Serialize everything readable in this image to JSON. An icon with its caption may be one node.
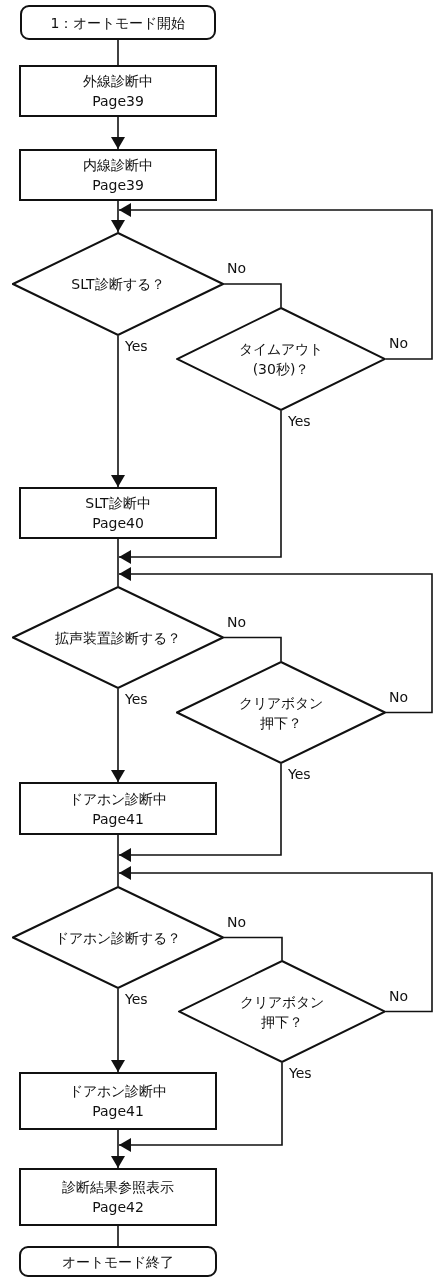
{
  "diagram": {
    "nodes": [
      {
        "text": [
          "1：オートモード開始"
        ]
      },
      {
        "text": [
          "外線診断中",
          "Page39"
        ]
      },
      {
        "text": [
          "内線診断中",
          "Page39"
        ]
      },
      {
        "text": [
          "SLT診断する？"
        ]
      },
      {
        "text": [
          "タイムアウト(30秒)？"
        ]
      },
      {
        "text": [
          "SLT診断中",
          "Page40"
        ]
      },
      {
        "text": [
          "拡声装置診断する？"
        ]
      },
      {
        "text": [
          "クリアボタン押下？"
        ]
      },
      {
        "text": [
          "ドアホン診断中",
          "Page41"
        ]
      },
      {
        "text": [
          "ドアホン診断する？"
        ]
      },
      {
        "text": [
          "クリアボタン押下？"
        ]
      },
      {
        "text": [
          "ドアホン診断中",
          "Page41"
        ]
      },
      {
        "text": [
          "診断結果参照表示",
          "Page42"
        ]
      },
      {
        "text": [
          "オートモード終了"
        ]
      }
    ],
    "edges": [
      {
        "from": 0,
        "to": 1,
        "arrow": "none"
      },
      {
        "from": 1,
        "to": 2,
        "arrow": "to"
      },
      {
        "from": 2,
        "to": 3,
        "arrow": "to"
      },
      {
        "from": 3,
        "to": 4,
        "arrow": "none",
        "label": "No"
      },
      {
        "from": 3,
        "to": 5,
        "arrow": "to",
        "label": "Yes"
      },
      {
        "from": 4,
        "to": 3,
        "arrow": "to",
        "label": "No"
      },
      {
        "from": 4,
        "to": 6,
        "arrow": "to",
        "label": "Yes"
      },
      {
        "from": 5,
        "to": 6,
        "arrow": "none"
      },
      {
        "from": 6,
        "to": 7,
        "arrow": "none",
        "label": "No"
      },
      {
        "from": 6,
        "to": 8,
        "arrow": "to",
        "label": "Yes"
      },
      {
        "from": 7,
        "to": 6,
        "arrow": "to",
        "label": "No"
      },
      {
        "from": 7,
        "to": 9,
        "arrow": "to",
        "label": "Yes"
      },
      {
        "from": 8,
        "to": 9,
        "arrow": "none"
      },
      {
        "from": 9,
        "to": 10,
        "arrow": "none",
        "label": "No"
      },
      {
        "from": 9,
        "to": 11,
        "arrow": "to",
        "label": "Yes"
      },
      {
        "from": 10,
        "to": 9,
        "arrow": "to",
        "label": "No"
      },
      {
        "from": 10,
        "to": 12,
        "arrow": "to",
        "label": "Yes"
      },
      {
        "from": 11,
        "to": 12,
        "arrow": "to"
      },
      {
        "from": 12,
        "to": 13,
        "arrow": "none"
      }
    ]
  }
}
